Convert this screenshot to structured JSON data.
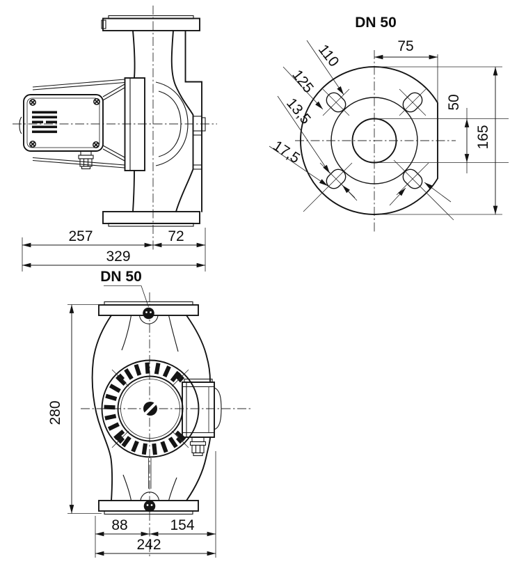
{
  "drawing": {
    "kind": "pump dimensional drawing",
    "ink_color": "#141414",
    "background_color": "#ffffff"
  },
  "side_view": {
    "dim_motor_to_center": "257",
    "dim_center_to_edge": "72",
    "dim_overall_length": "329"
  },
  "flange_view": {
    "title": "DN 50",
    "dim_center_to_flat": "75",
    "dim_bore": "50",
    "dim_flange_od": "165",
    "dim_bolt_circle_1": "110",
    "dim_bolt_circle_2": "125",
    "dim_hole_width": "13,5",
    "dim_hole_length": "17,5"
  },
  "front_view": {
    "flange_label": "DN 50",
    "dim_overall_height": "280",
    "dim_center_to_left": "88",
    "dim_center_to_box": "154",
    "dim_overall_width": "242"
  }
}
